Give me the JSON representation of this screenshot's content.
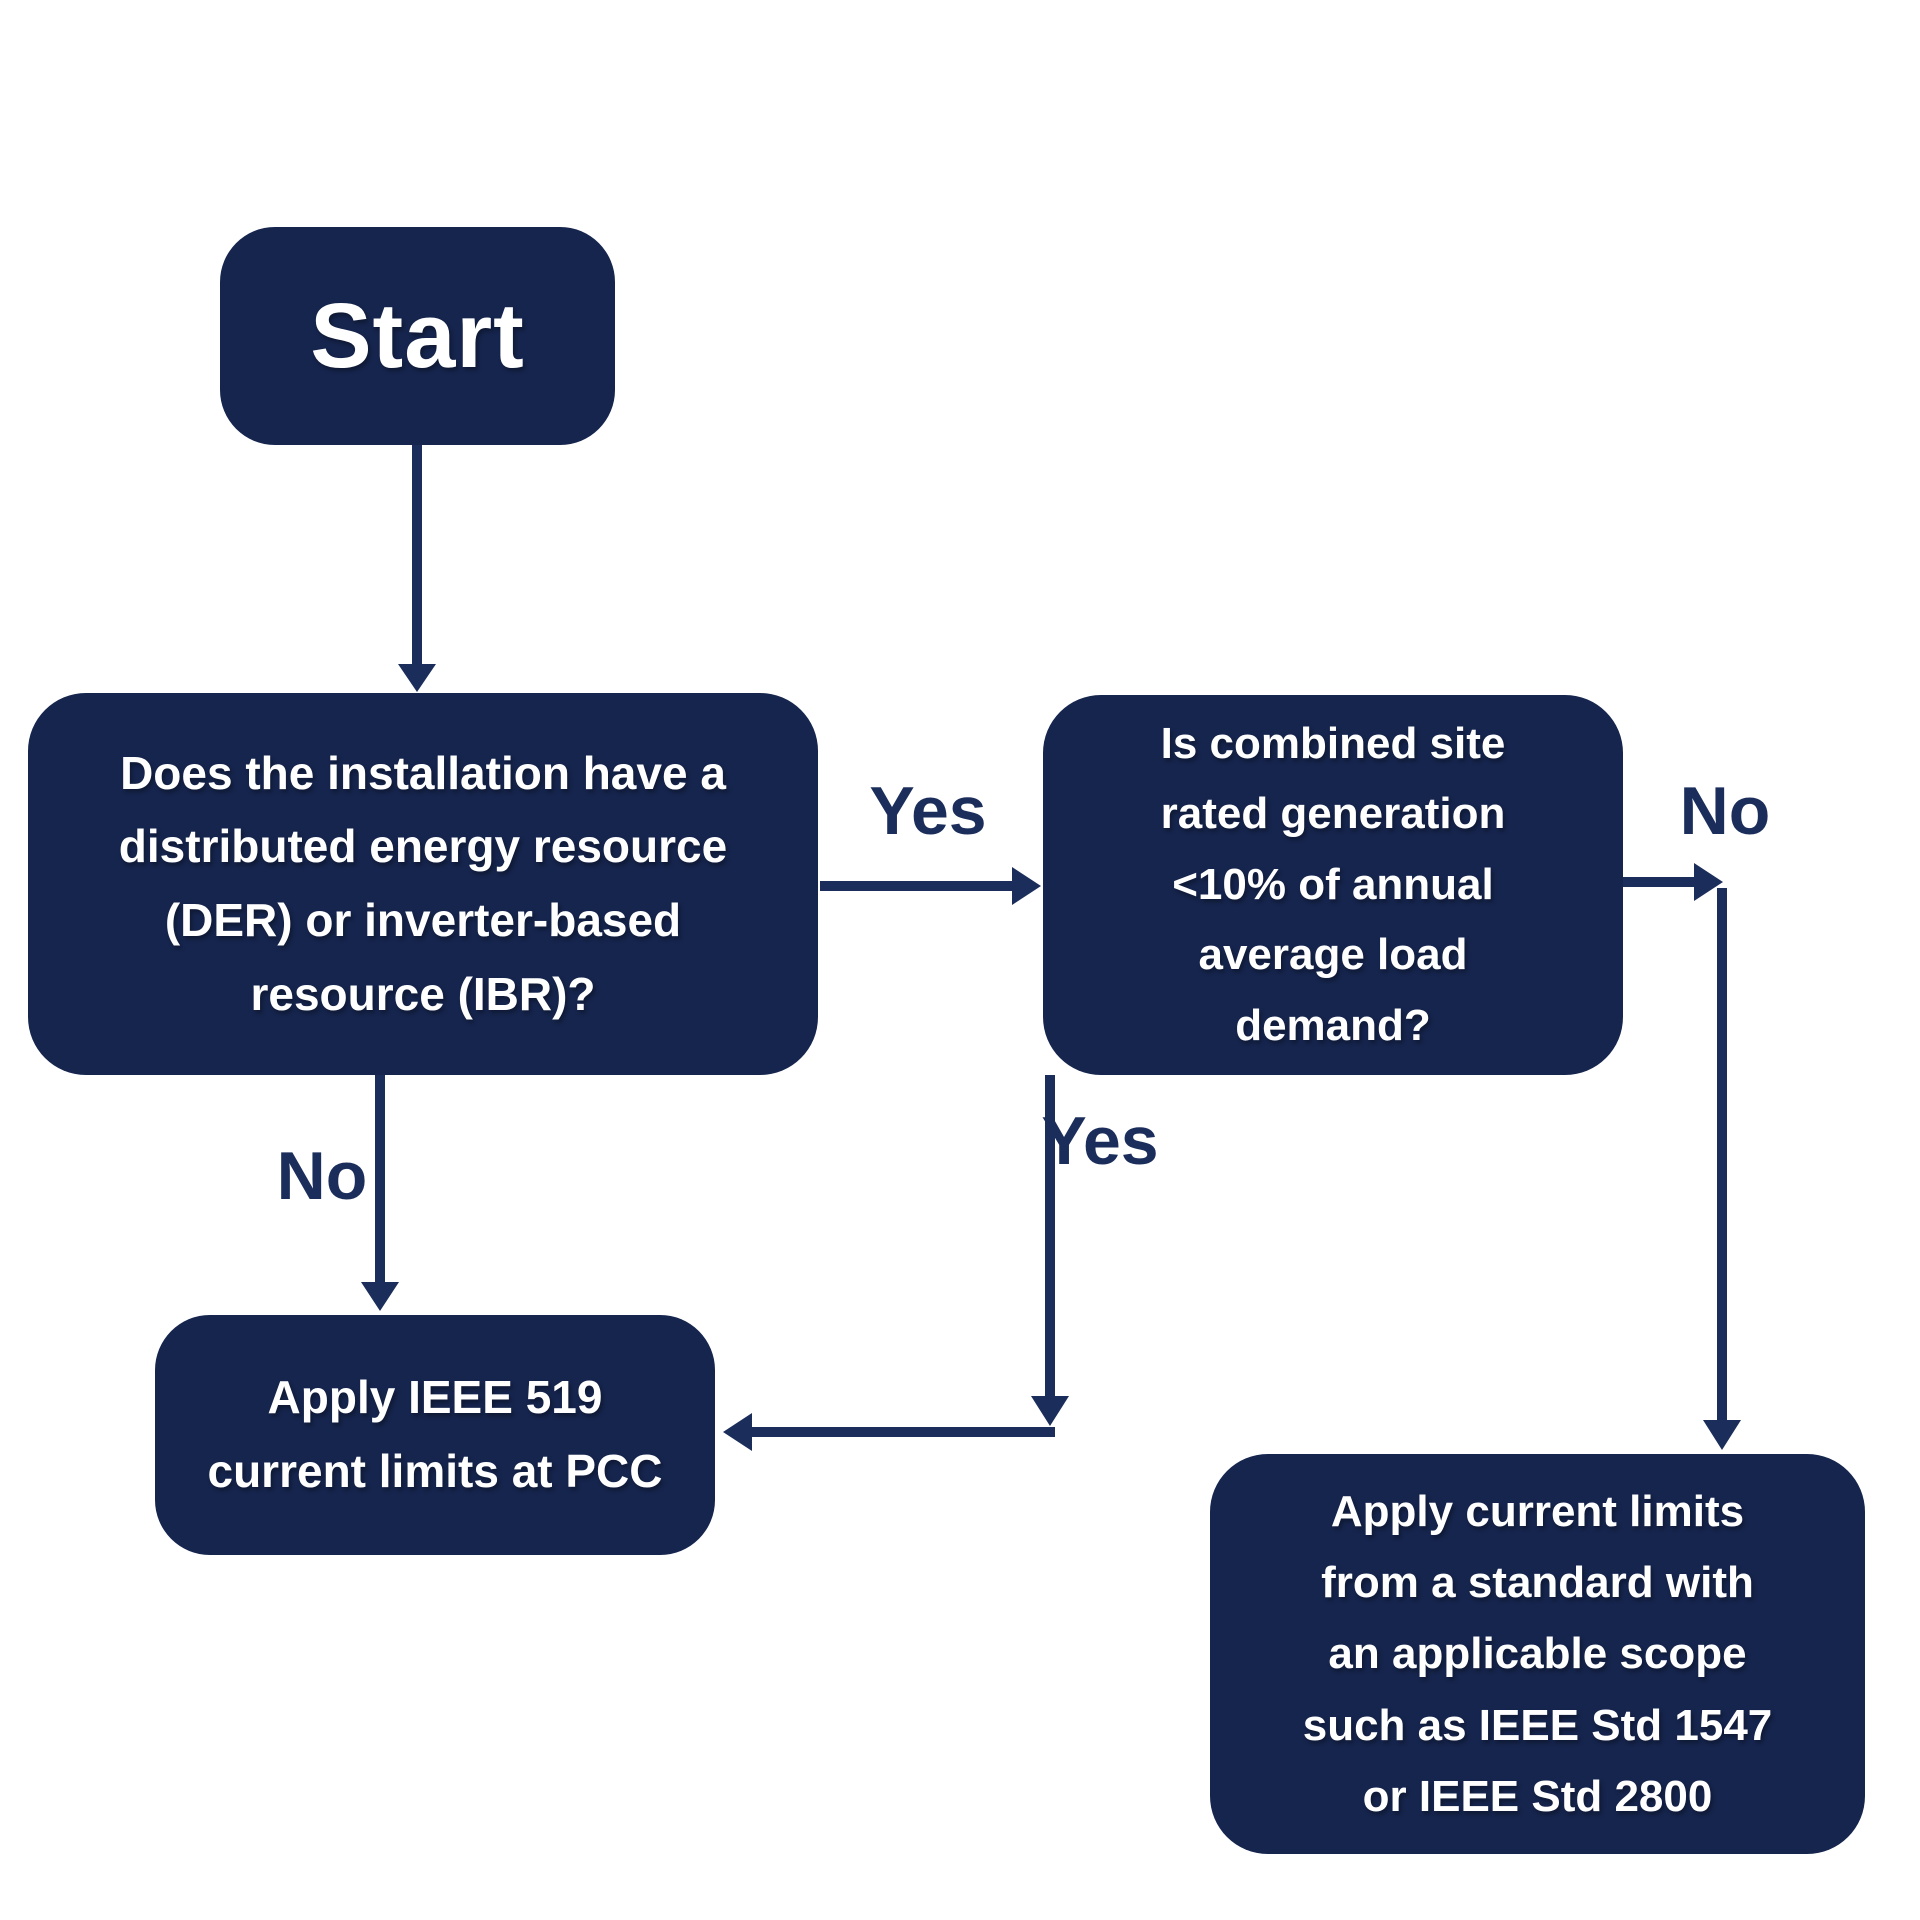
{
  "colors": {
    "background": "#ffffff",
    "box_fill": "#16254E",
    "box_text": "#ffffff",
    "connector": "#1B2E5B"
  },
  "nodes": {
    "start": {
      "label": "Start"
    },
    "q1": {
      "label": "Does the installation have a\ndistributed energy resource\n(DER) or inverter-based\nresource (IBR)?"
    },
    "q2": {
      "label": "Is combined site\nrated generation\n<10% of annual\naverage load\ndemand?"
    },
    "outcome_ieee519": {
      "label": "Apply IEEE 519\ncurrent limits at PCC"
    },
    "outcome_other_standard": {
      "label": "Apply current limits\nfrom a standard with\nan applicable scope\nsuch as IEEE Std 1547\nor IEEE Std 2800"
    }
  },
  "edges": {
    "q1_yes": {
      "label": "Yes"
    },
    "q1_no": {
      "label": "No"
    },
    "q2_yes": {
      "label": "Yes"
    },
    "q2_no": {
      "label": "No"
    }
  }
}
